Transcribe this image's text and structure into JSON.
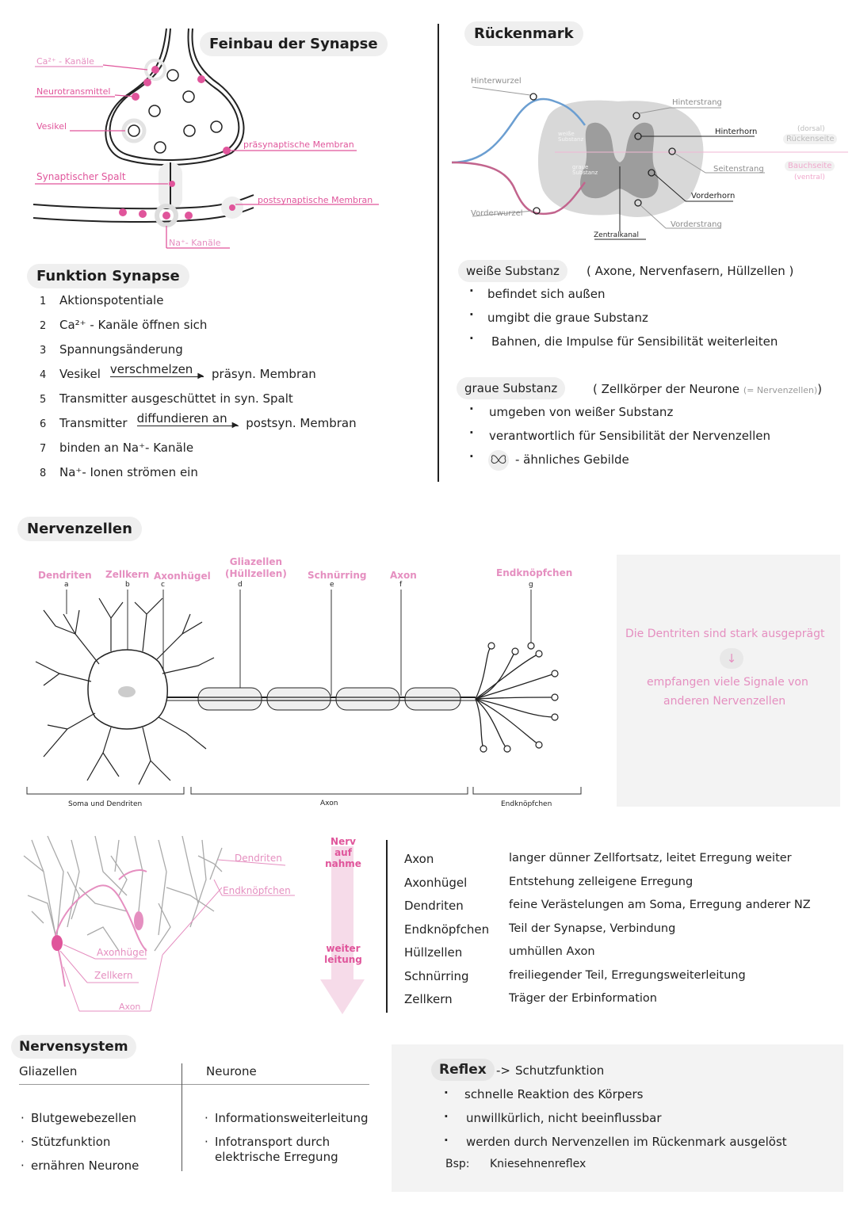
{
  "synapse": {
    "title": "Feinbau der Synapse",
    "labels": {
      "ca": "Ca²⁺ - Kanäle",
      "neuro": "Neurotransmittel",
      "vesikel": "Vesikel",
      "spalt": "Synaptischer Spalt",
      "prae": "präsynaptische Membran",
      "post": "postsynaptische Membran",
      "na": "Na⁺- Kanäle"
    }
  },
  "funktion": {
    "title": "Funktion Synapse",
    "items": [
      {
        "n": "1",
        "t": "Aktionspotentiale"
      },
      {
        "n": "2",
        "t": "Ca²⁺ - Kanäle öffnen sich"
      },
      {
        "n": "3",
        "t": "Spannungsänderung"
      },
      {
        "n": "4",
        "t": "Vesikel",
        "u": "verschmelzen",
        "r": "präsyn. Membran"
      },
      {
        "n": "5",
        "t": "Transmitter ausgeschüttet in syn. Spalt"
      },
      {
        "n": "6",
        "t": "Transmitter",
        "u": "diffundieren an",
        "r": "postsyn. Membran"
      },
      {
        "n": "7",
        "t": "binden an Na⁺- Kanäle"
      },
      {
        "n": "8",
        "t": "Na⁺- Ionen strömen ein"
      }
    ]
  },
  "rueckenmark": {
    "title": "Rückenmark",
    "labels": {
      "hinterwurzel": "Hinterwurzel",
      "vorderwurzel": "Vorderwurzel",
      "hinterstrang": "Hinterstrang",
      "hinterhorn": "Hinterhorn",
      "seitenstrang": "Seitenstrang",
      "vorderhorn": "Vorderhorn",
      "vorderstrang": "Vorderstrang",
      "zentralkanal": "Zentralkanal",
      "weisse": "weiße Substanz",
      "graue": "graue Substanz",
      "dorsal": "(dorsal)",
      "rueckenseite": "Rückenseite",
      "bauchseite": "Bauchseite",
      "ventral": "(ventral)"
    }
  },
  "weisse": {
    "title": "weiße Substanz",
    "paren": "( Axone, Nervenfasern, Hüllzellen )",
    "items": [
      "befindet sich außen",
      "umgibt die graue Substanz",
      "Bahnen, die Impulse für Sensibilität weiterleiten"
    ]
  },
  "graue": {
    "title": "graue Substanz",
    "paren": "( Zellkörper der Neurone",
    "paren_small": "(= Nervenzellen)",
    "paren_close": ")",
    "items": [
      "umgeben von weißer Substanz",
      "verantwortlich für Sensibilität der Nervenzellen",
      "- ähnliches Gebilde"
    ]
  },
  "nervenzellen": {
    "title": "Nervenzellen",
    "labels": [
      {
        "name": "Dendriten",
        "letter": "a"
      },
      {
        "name": "Zellkern",
        "letter": "b"
      },
      {
        "name": "Axonhügel",
        "letter": "c"
      },
      {
        "name": "Gliazellen (Hüllzellen)",
        "letter": "d"
      },
      {
        "name": "Schnürring",
        "letter": "e"
      },
      {
        "name": "Axon",
        "letter": "f"
      },
      {
        "name": "Endknöpfchen",
        "letter": "g"
      }
    ],
    "gliazellen_l1": "Gliazellen",
    "gliazellen_l2": "(Hüllzellen)",
    "bottom": [
      "Soma und Dendriten",
      "Axon",
      "Endknöpfchen"
    ],
    "note1": "Die Dentriten sind stark ausgeprägt",
    "arrow": "↓",
    "note2": "empfangen viele Signale von",
    "note3": "anderen Nervenzellen"
  },
  "sketch": {
    "dendriten": "Dendriten",
    "endknoepfchen": "Endknöpfchen",
    "axonhuegel": "Axonhügel",
    "zellkern": "Zellkern",
    "axon": "Axon",
    "arrow_top1": "Nerv",
    "arrow_top2": "auf",
    "arrow_top3": "nahme",
    "arrow_bot1": "weiter",
    "arrow_bot2": "leitung"
  },
  "glossar": [
    {
      "k": "Axon",
      "v": "langer dünner Zellfortsatz, leitet Erregung weiter"
    },
    {
      "k": "Axonhügel",
      "v": "Entstehung zelleigene Erregung"
    },
    {
      "k": "Dendriten",
      "v": "feine Verästelungen am Soma, Erregung anderer NZ"
    },
    {
      "k": "Endknöpfchen",
      "v": "Teil der Synapse, Verbindung"
    },
    {
      "k": "Hüllzellen",
      "v": "umhüllen Axon"
    },
    {
      "k": "Schnürring",
      "v": "freiliegender Teil, Erregungsweiterleitung"
    },
    {
      "k": "Zellkern",
      "v": "Träger der Erbinformation"
    }
  ],
  "nervensystem": {
    "title": "Nervensystem",
    "col1": "Gliazellen",
    "col2": "Neurone",
    "col1_items": [
      "Blutgewebezellen",
      "Stützfunktion",
      "ernähren Neurone"
    ],
    "col2_items": [
      "Informationsweiterleitung",
      "Infotransport durch elektrische Erregung"
    ]
  },
  "reflex": {
    "title": "Reflex",
    "arrow": "->",
    "sub": "Schutzfunktion",
    "items": [
      "schnelle Reaktion des Körpers",
      "unwillkürlich, nicht beeinflussbar",
      "werden durch Nervenzellen im Rückenmark ausgelöst"
    ],
    "bsp_label": "Bsp:",
    "bsp": "Kniesehnenreflex"
  },
  "colors": {
    "pink": "#e0559b",
    "lightpink": "#f2c4dc",
    "grey": "#d6d6d6",
    "blue": "#6b9ed1"
  }
}
